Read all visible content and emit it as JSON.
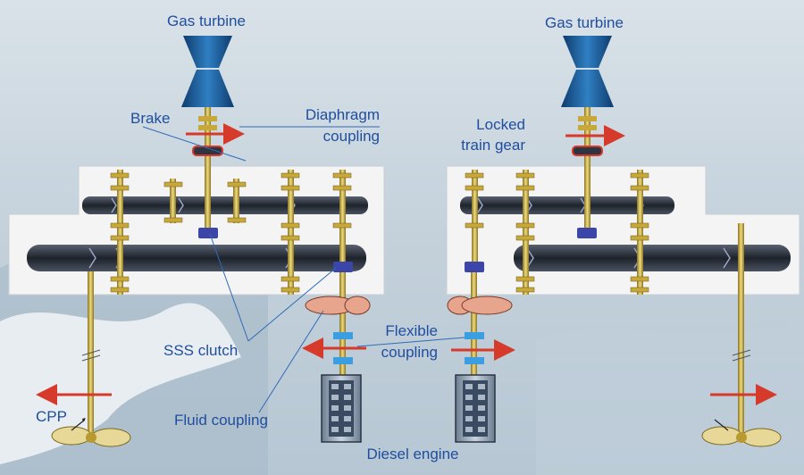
{
  "labels": {
    "gas_turbine_left": "Gas turbine",
    "gas_turbine_right": "Gas turbine",
    "brake": "Brake",
    "diaphragm_1": "Diaphragm",
    "diaphragm_2": "coupling",
    "locked_1": "Locked",
    "locked_2": "train gear",
    "sss_clutch": "SSS clutch",
    "flexible_1": "Flexible",
    "flexible_2": "coupling",
    "fluid_coupling": "Fluid coupling",
    "cpp": "CPP",
    "diesel_engine": "Diesel engine"
  },
  "colors": {
    "label_text": "#1f4e9e",
    "arrow": "#d63a2a",
    "shaft": "#c9b04a",
    "gear": "#2e3440",
    "turbine": "#1e5fa0",
    "casing": "#f4f4f4",
    "fluid_coupling": "#e6a58c",
    "diesel_body": "#3a4a60"
  },
  "icons": [
    "gas-turbine-icon",
    "diesel-engine-icon",
    "propeller-icon",
    "direction-arrow-icon",
    "sss-clutch-icon",
    "fluid-coupling-icon"
  ]
}
